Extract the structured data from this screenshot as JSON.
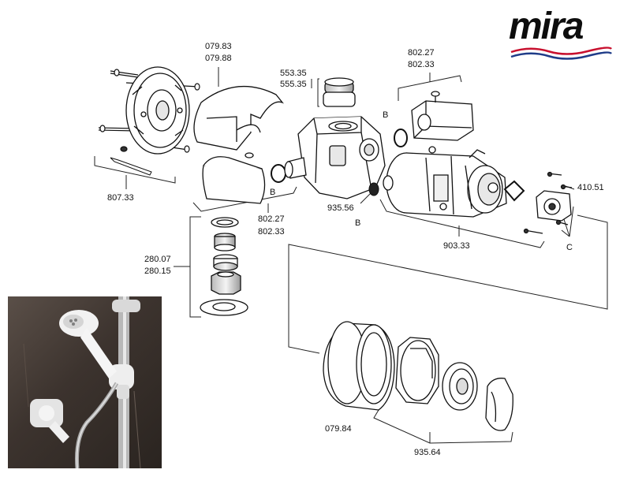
{
  "brand": {
    "name": "mira",
    "swoosh_colors": [
      "#c8102e",
      "#1f3c88"
    ]
  },
  "labels": {
    "p07983": "079.83",
    "p07988": "079.88",
    "p55335": "553.35",
    "p55535": "555.35",
    "p80227_top": "802.27",
    "p80233_top": "802.33",
    "b1": "B",
    "b2": "B",
    "b3": "B",
    "p80733": "807.33",
    "p80227_mid": "802.27",
    "p80233_mid": "802.33",
    "p93556": "935.56",
    "p41051": "410.51",
    "p90333": "903.33",
    "c": "C",
    "p28007": "280.07",
    "p28015": "280.15",
    "p07984": "079.84",
    "p93564": "935.64"
  }
}
